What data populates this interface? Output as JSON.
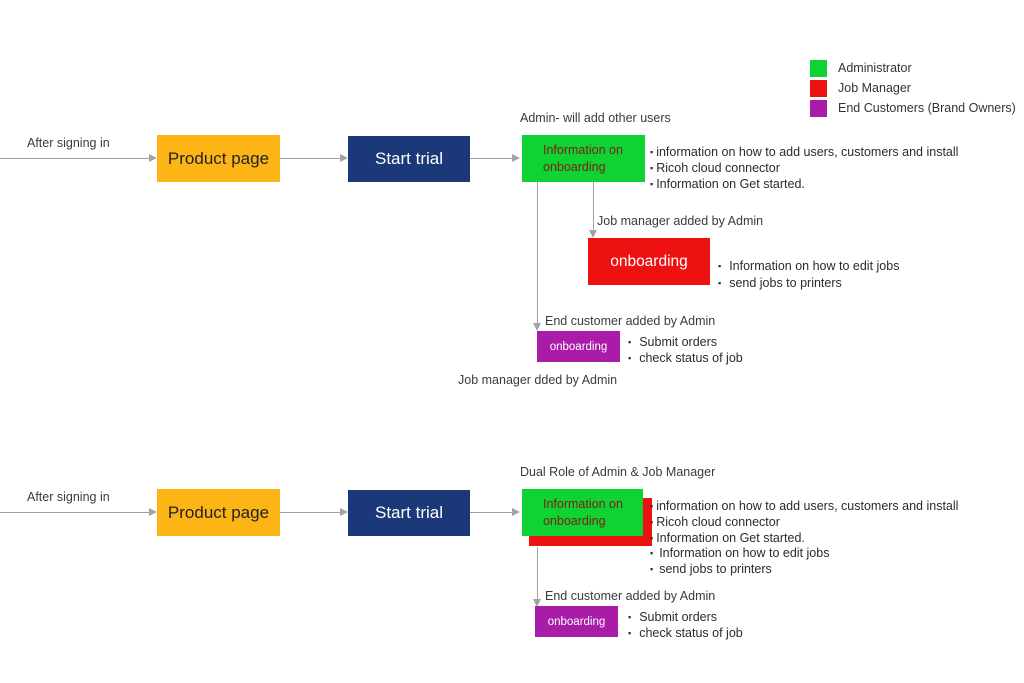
{
  "legend": {
    "items": [
      {
        "label": "Administrator",
        "color": "#0ed332"
      },
      {
        "label": "Job Manager",
        "color": "#ee1111"
      },
      {
        "label": "End Customers (Brand Owners)",
        "color": "#a81ca8"
      }
    ]
  },
  "colors": {
    "administrator_green": "#0ed332",
    "job_manager_red": "#ee1111",
    "end_customer_purple": "#a81ca8",
    "product_page_orange": "#fcb514",
    "start_trial_navy": "#1b3979",
    "connector_gray": "#a3a3a3",
    "green_box_text": "#7e2016"
  },
  "flow1": {
    "start_label": "After signing in",
    "product_page": "Product page",
    "start_trial": "Start trial",
    "admin_title": "Admin- will add other users",
    "info_box": "Information on onboarding",
    "info_bullets": [
      "information on how to add users, customers and install",
      "Ricoh cloud connector",
      "Information on Get started."
    ],
    "job_manager_label": "Job manager added by Admin",
    "onboarding_red": "onboarding",
    "red_bullets": [
      "Information on how to edit jobs",
      "send jobs to printers"
    ],
    "end_customer_label": "End customer added by Admin",
    "onboarding_purple": "onboarding",
    "purple_bullets": [
      "Submit orders",
      "check status of job"
    ],
    "footnote": "Job manager dded by Admin"
  },
  "flow2": {
    "start_label": "After signing in",
    "product_page": "Product page",
    "start_trial": "Start trial",
    "title": "Dual Role of Admin & Job Manager",
    "info_box": "Information on onboarding",
    "info_bullets": [
      "information on how to add users, customers and install",
      "Ricoh cloud connector",
      "Information on Get started.",
      "Information on how to edit jobs",
      "send jobs to printers"
    ],
    "end_customer_label": "End customer added by Admin",
    "onboarding_purple": "onboarding",
    "purple_bullets": [
      "Submit orders",
      "check status of job"
    ]
  }
}
